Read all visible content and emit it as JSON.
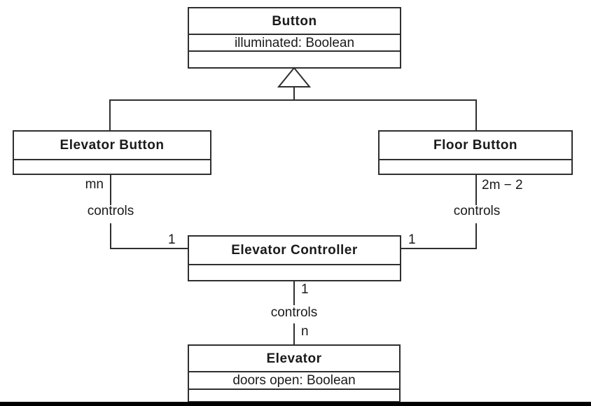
{
  "diagram": {
    "type": "uml-class-diagram",
    "classes": [
      {
        "name": "Button",
        "attributes": [
          "illuminated: Boolean"
        ]
      },
      {
        "name": "Elevator Button",
        "attributes": []
      },
      {
        "name": "Floor Button",
        "attributes": []
      },
      {
        "name": "Elevator Controller",
        "attributes": []
      },
      {
        "name": "Elevator",
        "attributes": [
          "doors open: Boolean"
        ]
      }
    ],
    "generalization": {
      "parent": "Button",
      "children": [
        "Elevator Button",
        "Floor Button"
      ]
    },
    "associations": [
      {
        "from": "Elevator Button",
        "to": "Elevator Controller",
        "label": "controls",
        "source_multiplicity": "mn",
        "target_multiplicity": "1"
      },
      {
        "from": "Floor Button",
        "to": "Elevator Controller",
        "label": "controls",
        "source_multiplicity": "2m − 2",
        "target_multiplicity": "1"
      },
      {
        "from": "Elevator Controller",
        "to": "Elevator",
        "label": "controls",
        "source_multiplicity": "1",
        "target_multiplicity": "n"
      }
    ],
    "colors": {
      "background": "#ffffff",
      "line": "#2f2f2f",
      "text": "#1a1a1a",
      "bottom_bar": "#000000"
    }
  }
}
